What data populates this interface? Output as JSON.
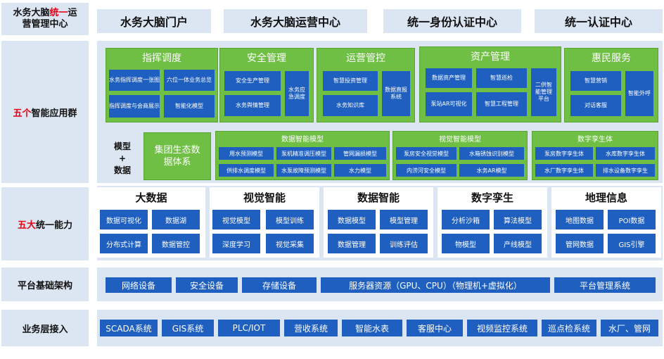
{
  "header": {
    "title_part1": "水务大脑",
    "title_red": "统一",
    "title_part2": "运营管理中心",
    "boxes": [
      "水务大脑门户",
      "水务大脑运营中心",
      "统一身份认证中心",
      "统一认证中心"
    ]
  },
  "apps": {
    "label_red": "五个",
    "label_rest": "智能应用群",
    "groups": [
      {
        "title": "指挥调度",
        "tiles": [
          "水务指挥调度一张图",
          "六位一体业务总览",
          "指挥调度与会商展示",
          "智能化模型"
        ]
      },
      {
        "title": "安全管理",
        "tiles": [
          "安全生产管理",
          "水务舆情管理",
          "水务应急调度"
        ]
      },
      {
        "title": "运营管控",
        "tiles": [
          "智慧投资管理",
          "水务知识库",
          "数据直报系统"
        ]
      },
      {
        "title": "资产管理",
        "tiles": [
          "数据资产管理",
          "智慧巡检",
          "泵站AR可视化",
          "智慧工程管理",
          "二供智能管理平台"
        ]
      },
      {
        "title": "惠民服务",
        "tiles": [
          "智慧营销",
          "对话客服",
          "智能外呼"
        ]
      }
    ]
  },
  "models": {
    "label": [
      "模型",
      "+",
      "数据"
    ],
    "eco": "集团生态数据体系",
    "groups": [
      {
        "title": "数据智能模型",
        "tiles": [
          "用水预测模型",
          "泵机精准调压模型",
          "管网漏损模型",
          "供排水调度模型",
          "水泵故障预测模型",
          "水力模型"
        ]
      },
      {
        "title": "视觉智能模型",
        "tiles": [
          "泵房安全视觉模型",
          "水箱锈蚀识别模型",
          "内涝河安全模型",
          "水务AR模型"
        ]
      },
      {
        "title": "数字孪生体",
        "tiles": [
          "泵房数字孪生体",
          "水库数字孪生体",
          "水厂数字孪生体",
          "排水设备数字孪生"
        ]
      }
    ]
  },
  "capabilities": {
    "label_red": "五大",
    "label_rest": "统一能力",
    "columns": [
      {
        "title": "大数据",
        "tiles": [
          "数据可视化",
          "数据湖",
          "分布式计算",
          "数据管控"
        ]
      },
      {
        "title": "视觉智能",
        "tiles": [
          "视觉模型",
          "模型训练",
          "深度学习",
          "视觉采集"
        ]
      },
      {
        "title": "数据智能",
        "tiles": [
          "数据模型",
          "模型管理",
          "数据管理",
          "训练评估"
        ]
      },
      {
        "title": "数字孪生",
        "tiles": [
          "分析沙箱",
          "算法模型",
          "物模型",
          "产线模型"
        ]
      },
      {
        "title": "地理信息",
        "tiles": [
          "地图数据",
          "POI数据",
          "管网数据",
          "GIS引擎"
        ]
      }
    ]
  },
  "platform": {
    "label": "平台基础架构",
    "tiles": [
      "网络设备",
      "安全设备",
      "存储设备",
      "服务器资源（GPU、CPU）（物理机+虚拟化）",
      "平台管理系统"
    ]
  },
  "business": {
    "label": "业务层接入",
    "tiles": [
      "SCADA系统",
      "GIS系统",
      "PLC/IOT",
      "营收系统",
      "智能水表",
      "客服中心",
      "视频监控系统",
      "巡点检系统",
      "水厂、管网"
    ]
  },
  "colors": {
    "label_bg": "#dce6f2",
    "green": "#6fbf44",
    "blue": "#1f5fbf",
    "red": "#e60012"
  }
}
